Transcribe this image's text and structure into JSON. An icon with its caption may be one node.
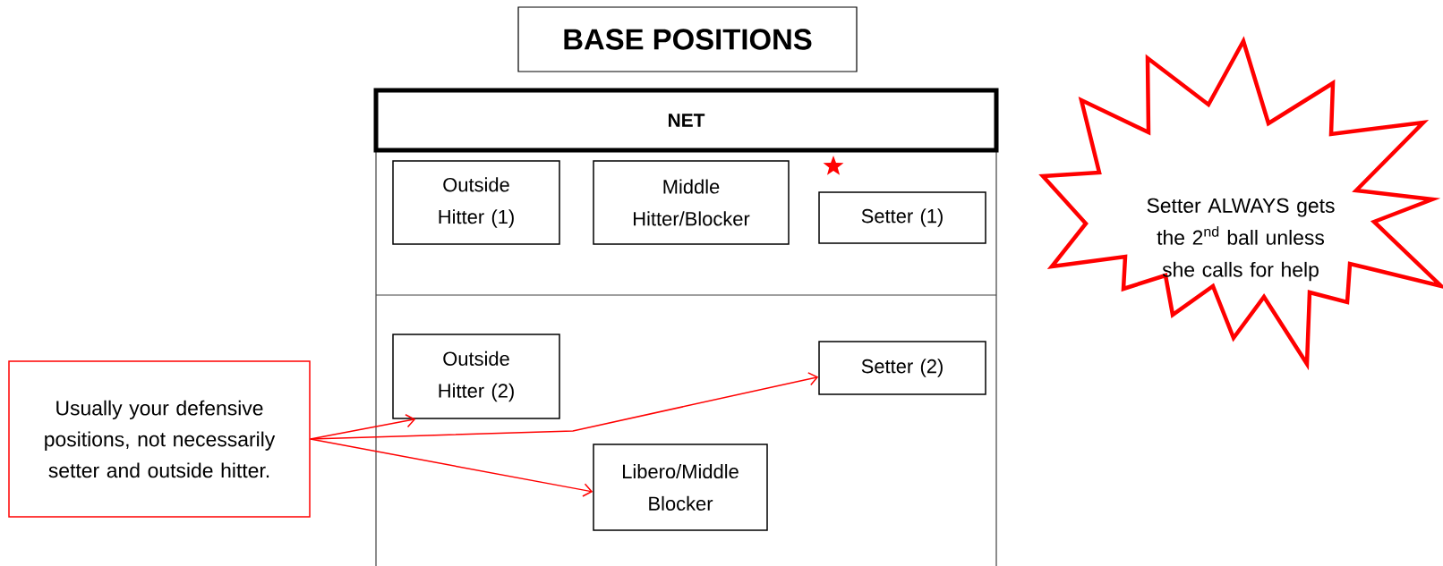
{
  "diagram": {
    "title": "BASE POSITIONS",
    "nodes": [
      {
        "text": [
          "NET"
        ]
      },
      {
        "text": [
          "Outside Hitter (1)"
        ]
      },
      {
        "text": [
          "Middle Hitter/Blocker"
        ]
      },
      {
        "text": [
          "Setter (1)"
        ]
      },
      {
        "text": [
          "Outside Hitter (2)"
        ]
      },
      {
        "text": [
          "Setter (2)"
        ]
      },
      {
        "text": [
          "Libero/Middle Blocker"
        ]
      },
      {
        "text": [
          "Usually your defensive positions, not necessarily setter and outside hitter."
        ]
      },
      {
        "text": [
          "Setter ALWAYS gets the 2$^{nd}$ ball unless she calls for help"
        ]
      }
    ],
    "edges": [
      {
        "from": 7,
        "to": 4,
        "arrow": "to"
      },
      {
        "from": 7,
        "to": 5,
        "arrow": "to"
      },
      {
        "from": 7,
        "to": 6,
        "arrow": "to"
      }
    ]
  }
}
